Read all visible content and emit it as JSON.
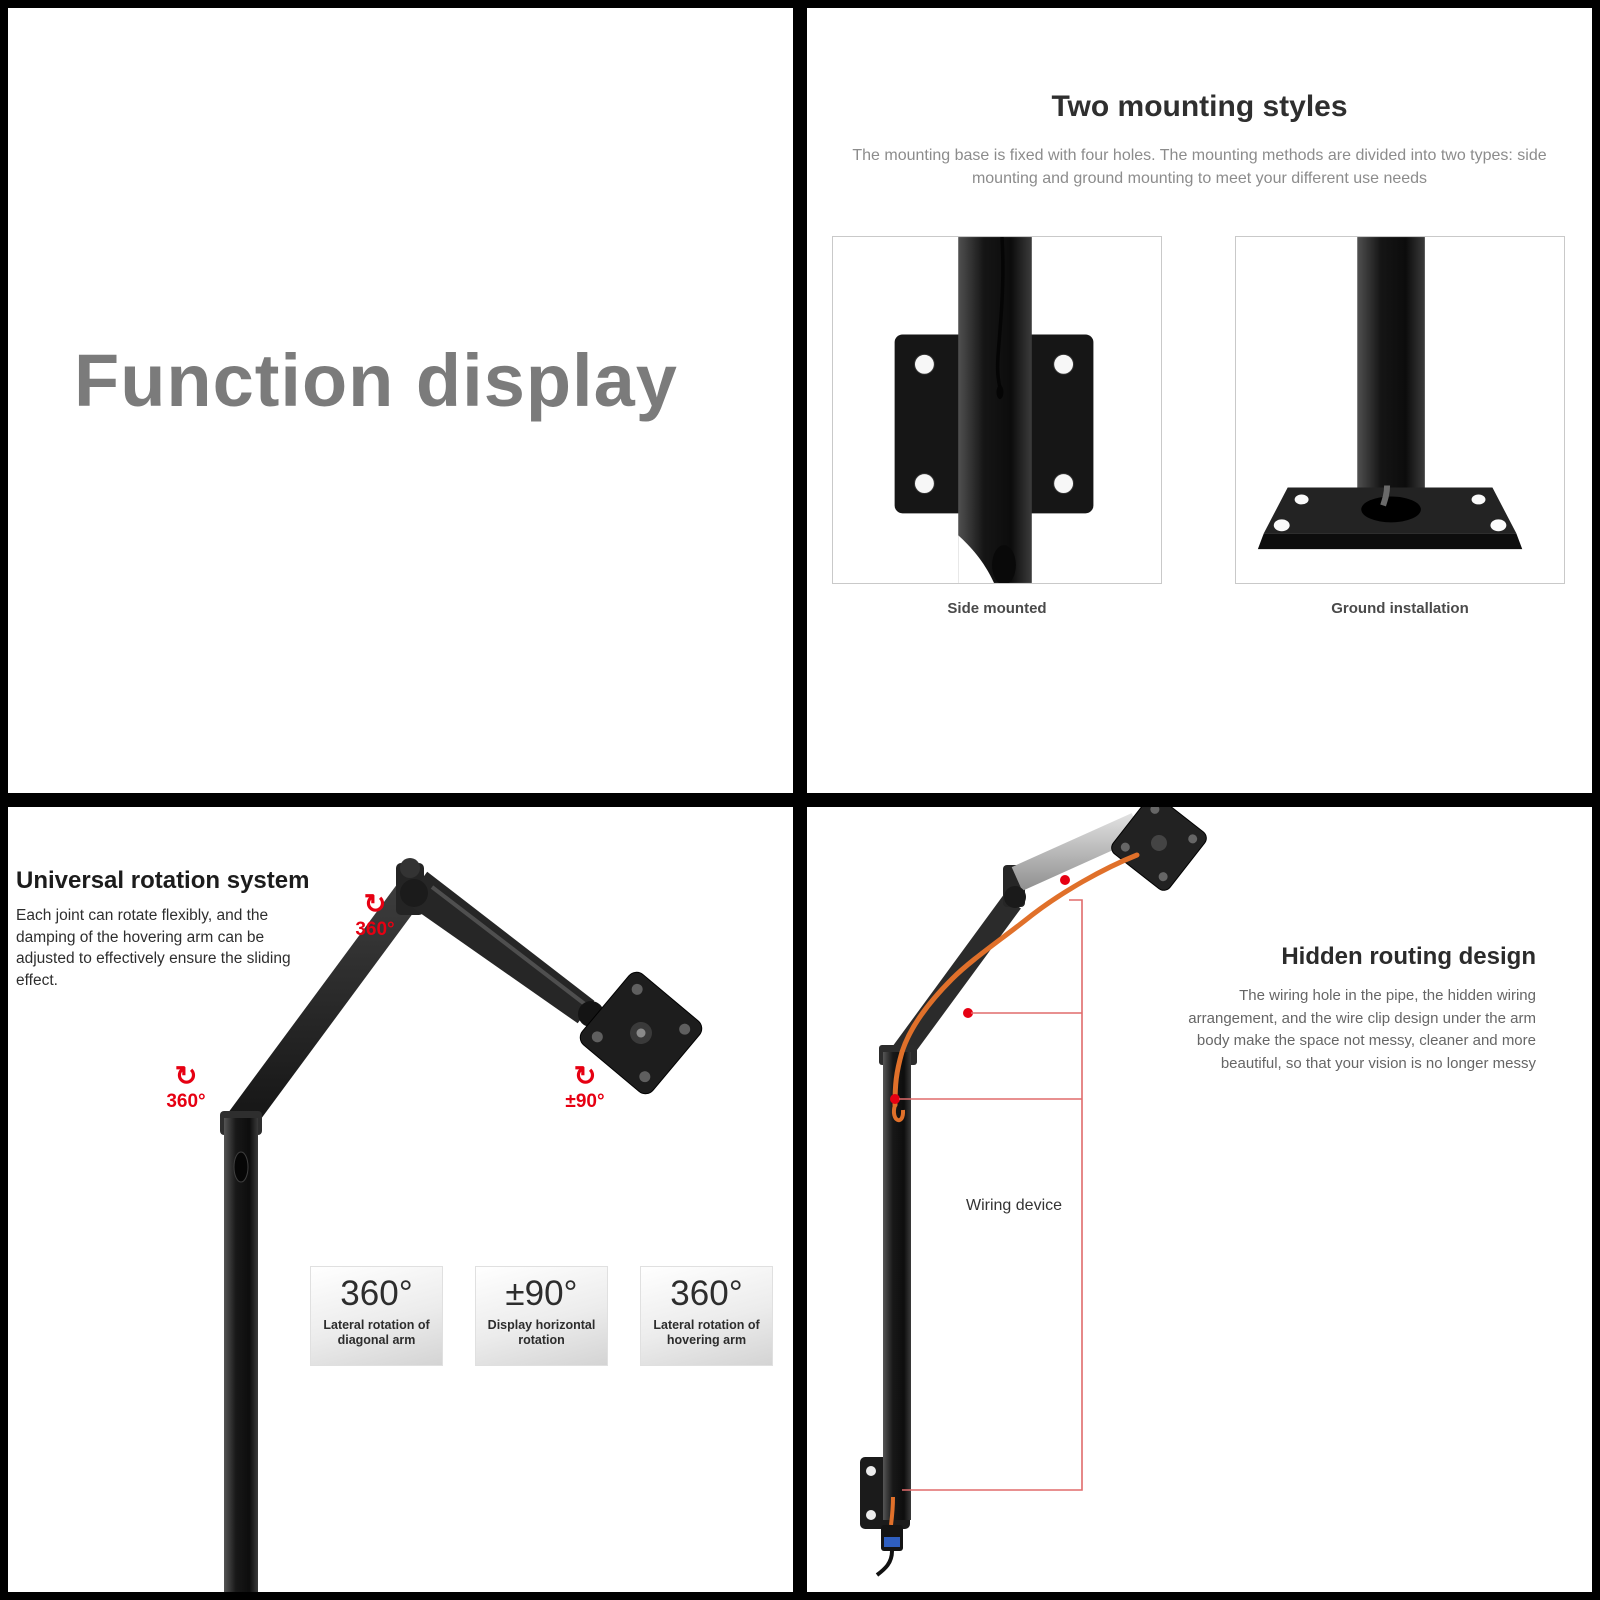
{
  "colors": {
    "accent_red": "#e60012",
    "annotation_red": "#e06b6b",
    "cable_orange": "#e0702a",
    "title_gray": "#7b7b7b",
    "heading_dark": "#2f2f2f"
  },
  "panel_function": {
    "title": "Function display"
  },
  "panel_mounting": {
    "title": "Two mounting styles",
    "description": "The mounting base is fixed with four holes. The mounting methods are divided into two types: side mounting and ground mounting to meet your different use needs",
    "items": [
      {
        "caption": "Side mounted"
      },
      {
        "caption": "Ground installation"
      }
    ]
  },
  "panel_rotation": {
    "title": "Universal rotation system",
    "description": "Each joint can rotate flexibly, and the damping of the hovering arm can be adjusted to effectively ensure the sliding effect.",
    "annotations": [
      {
        "icon": "rotate-cw-icon",
        "glyph": "↻",
        "label": "360°"
      },
      {
        "icon": "rotate-cw-icon",
        "glyph": "↻",
        "label": "360°"
      },
      {
        "icon": "rotate-cw-icon",
        "glyph": "↻",
        "label": "±90°"
      }
    ],
    "badges": [
      {
        "value": "360°",
        "label": "Lateral rotation of diagonal arm"
      },
      {
        "value": "±90°",
        "label": "Display horizontal rotation"
      },
      {
        "value": "360°",
        "label": "Lateral rotation of hovering arm"
      }
    ]
  },
  "panel_routing": {
    "title": "Hidden routing design",
    "description": "The wiring hole in the pipe, the hidden wiring arrangement, and the wire clip design under the arm body make the space not messy, cleaner and more beautiful, so that your vision is no longer messy",
    "wiring_label": "Wiring device"
  }
}
